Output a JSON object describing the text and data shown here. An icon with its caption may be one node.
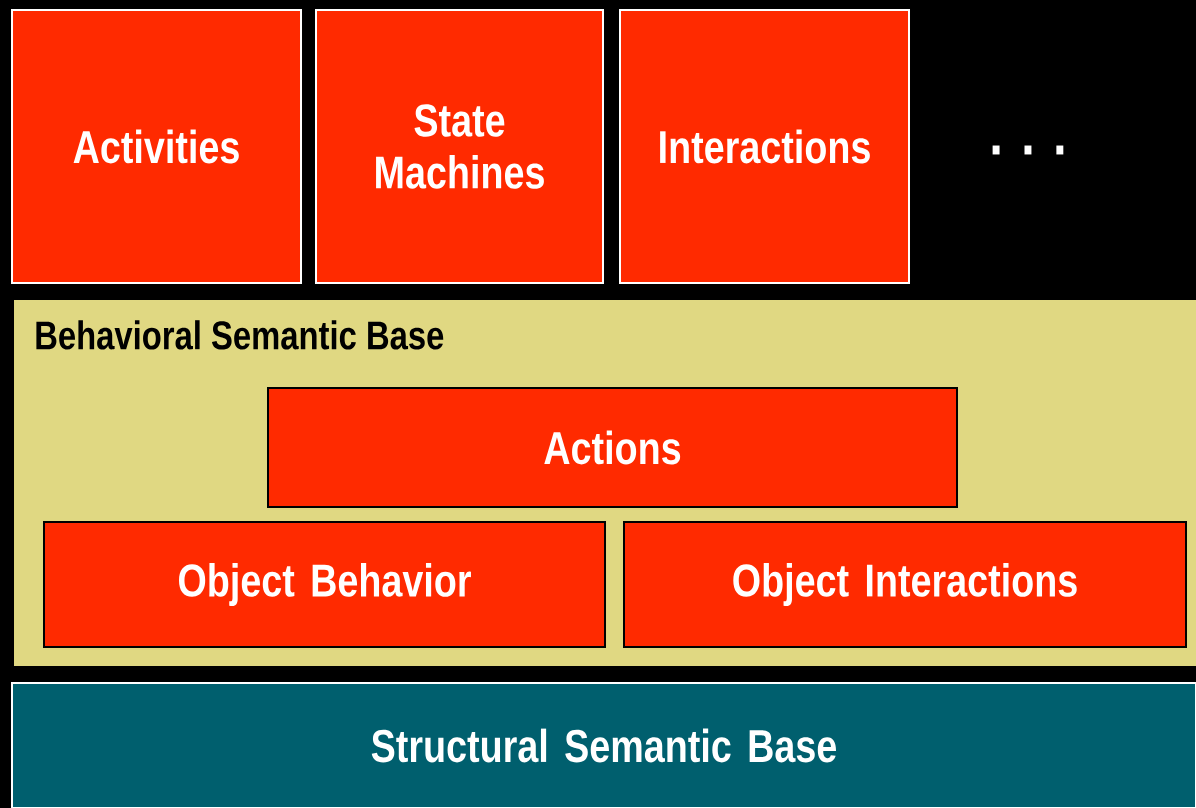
{
  "diagram": {
    "nodes": [
      {
        "text": [
          "Activities"
        ]
      },
      {
        "text": [
          "State Machines"
        ]
      },
      {
        "text": [
          "Interactions"
        ]
      },
      {
        "text": [
          "Behavioral Semantic Base"
        ]
      },
      {
        "text": [
          "Actions"
        ],
        "in": 3
      },
      {
        "text": [
          "Object Behavior"
        ],
        "in": 3
      },
      {
        "text": [
          "Object Interactions"
        ],
        "in": 3
      },
      {
        "text": [
          "Structural Semantic Base"
        ]
      }
    ],
    "labels": [
      ". . ."
    ]
  }
}
